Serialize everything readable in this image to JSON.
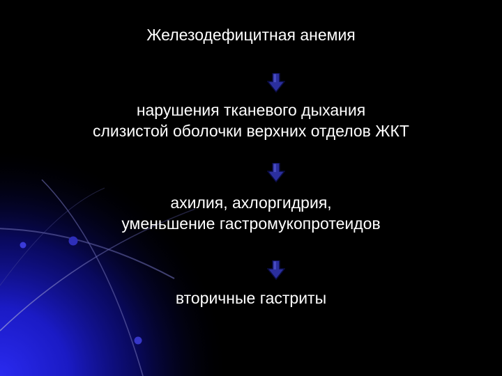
{
  "slide": {
    "title": "Железодефицитная анемия",
    "steps": [
      {
        "lines": [
          "нарушения тканевого дыхания",
          "слизистой оболочки верхних отделов ЖКТ"
        ]
      },
      {
        "lines": [
          "ахилия, ахлоргидрия,",
          "уменьшение гастромукопротеидов"
        ]
      },
      {
        "lines": [
          "вторичные гастриты"
        ]
      }
    ],
    "arrow_icon": "down-arrow-icon"
  },
  "colors": {
    "background": "#000000",
    "text": "#ffffff",
    "arrow_fill": "#2b2f9e",
    "arrow_edge": "#0b0d44",
    "accent_glow": "#1c1ccf"
  }
}
